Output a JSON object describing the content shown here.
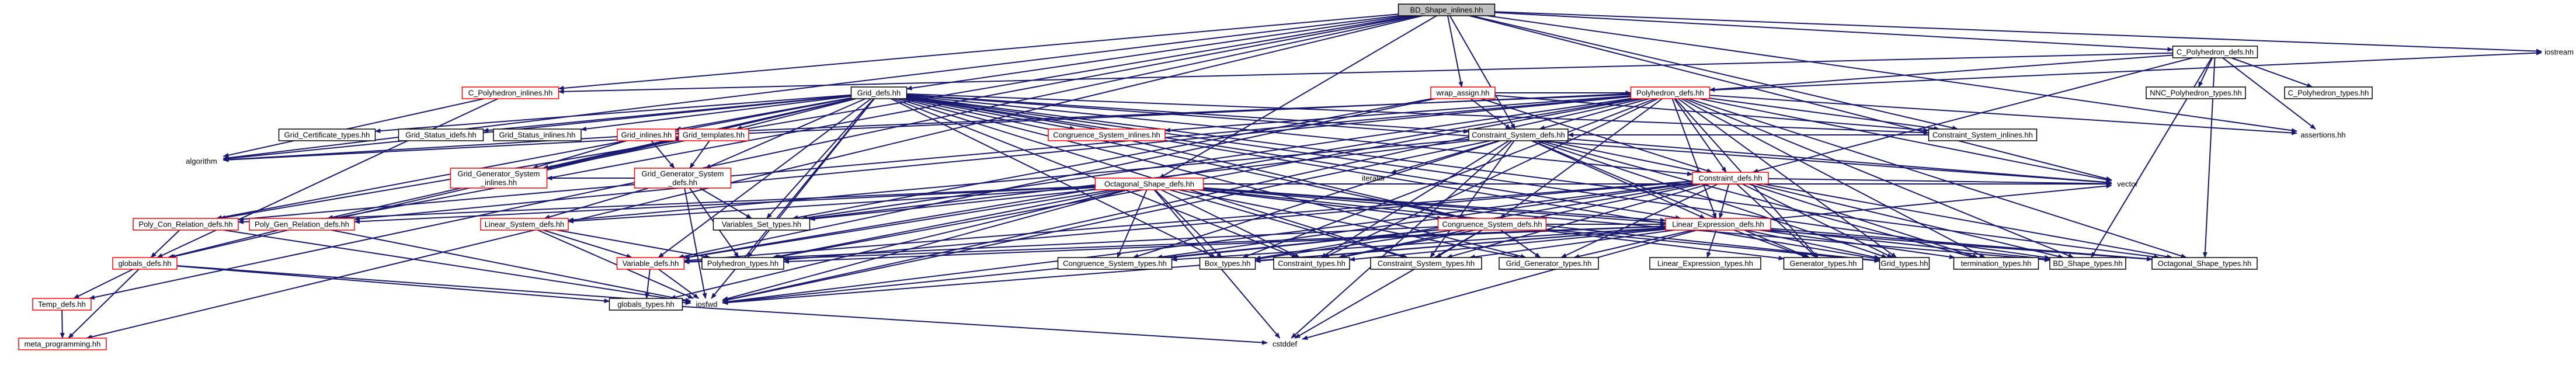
{
  "nodes": [
    {
      "id": "bd_shape_inlines",
      "label": "BD_Shape_inlines.hh",
      "kind": "root"
    },
    {
      "id": "c_polyhedron_defs",
      "label": "C_Polyhedron_defs.hh",
      "kind": "normal"
    },
    {
      "id": "iostream",
      "label": "iostream",
      "kind": "plain"
    },
    {
      "id": "c_polyhedron_inlines",
      "label": "C_Polyhedron_inlines.hh",
      "kind": "incomplete"
    },
    {
      "id": "grid_defs",
      "label": "Grid_defs.hh",
      "kind": "normal"
    },
    {
      "id": "wrap_assign",
      "label": "wrap_assign.hh",
      "kind": "incomplete"
    },
    {
      "id": "polyhedron_defs",
      "label": "Polyhedron_defs.hh",
      "kind": "incomplete"
    },
    {
      "id": "nnc_polyhedron_types",
      "label": "NNC_Polyhedron_types.hh",
      "kind": "normal"
    },
    {
      "id": "c_polyhedron_types",
      "label": "C_Polyhedron_types.hh",
      "kind": "normal"
    },
    {
      "id": "grid_certificate_types",
      "label": "Grid_Certificate_types.hh",
      "kind": "normal"
    },
    {
      "id": "grid_status_idefs",
      "label": "Grid_Status_idefs.hh",
      "kind": "normal"
    },
    {
      "id": "grid_status_inlines",
      "label": "Grid_Status_inlines.hh",
      "kind": "normal"
    },
    {
      "id": "grid_inlines",
      "label": "Grid_inlines.hh",
      "kind": "incomplete"
    },
    {
      "id": "grid_templates",
      "label": "Grid_templates.hh",
      "kind": "incomplete"
    },
    {
      "id": "congruence_system_inlines",
      "label": "Congruence_System_inlines.hh",
      "kind": "incomplete"
    },
    {
      "id": "constraint_system_defs",
      "label": "Constraint_System_defs.hh",
      "kind": "normal"
    },
    {
      "id": "constraint_system_inlines",
      "label": "Constraint_System_inlines.hh",
      "kind": "normal"
    },
    {
      "id": "assertions",
      "label": "assertions.hh",
      "kind": "plain"
    },
    {
      "id": "algorithm",
      "label": "algorithm",
      "kind": "plain"
    },
    {
      "id": "grid_generator_system_inlines",
      "label": "Grid_Generator_System\n_inlines.hh",
      "kind": "incomplete"
    },
    {
      "id": "grid_generator_system_defs",
      "label": "Grid_Generator_System\n_defs.hh",
      "kind": "incomplete"
    },
    {
      "id": "iterator",
      "label": "iterator",
      "kind": "plain"
    },
    {
      "id": "constraint_defs",
      "label": "Constraint_defs.hh",
      "kind": "incomplete"
    },
    {
      "id": "octagonal_shape_defs",
      "label": "Octagonal_Shape_defs.hh",
      "kind": "incomplete"
    },
    {
      "id": "vector",
      "label": "vector",
      "kind": "plain"
    },
    {
      "id": "poly_con_relation_defs",
      "label": "Poly_Con_Relation_defs.hh",
      "kind": "incomplete"
    },
    {
      "id": "poly_gen_relation_defs",
      "label": "Poly_Gen_Relation_defs.hh",
      "kind": "incomplete"
    },
    {
      "id": "linear_system_defs",
      "label": "Linear_System_defs.hh",
      "kind": "incomplete"
    },
    {
      "id": "variables_set_types",
      "label": "Variables_Set_types.hh",
      "kind": "normal"
    },
    {
      "id": "congruence_system_defs",
      "label": "Congruence_System_defs.hh",
      "kind": "incomplete"
    },
    {
      "id": "linear_expression_defs",
      "label": "Linear_Expression_defs.hh",
      "kind": "incomplete"
    },
    {
      "id": "globals_defs",
      "label": "globals_defs.hh",
      "kind": "incomplete"
    },
    {
      "id": "variable_defs",
      "label": "Variable_defs.hh",
      "kind": "incomplete"
    },
    {
      "id": "polyhedron_types",
      "label": "Polyhedron_types.hh",
      "kind": "normal"
    },
    {
      "id": "congruence_system_types",
      "label": "Congruence_System_types.hh",
      "kind": "normal"
    },
    {
      "id": "box_types",
      "label": "Box_types.hh",
      "kind": "normal"
    },
    {
      "id": "constraint_types",
      "label": "Constraint_types.hh",
      "kind": "normal"
    },
    {
      "id": "constraint_system_types",
      "label": "Constraint_System_types.hh",
      "kind": "normal"
    },
    {
      "id": "grid_generator_types",
      "label": "Grid_Generator_types.hh",
      "kind": "normal"
    },
    {
      "id": "linear_expression_types",
      "label": "Linear_Expression_types.hh",
      "kind": "normal"
    },
    {
      "id": "generator_types",
      "label": "Generator_types.hh",
      "kind": "normal"
    },
    {
      "id": "grid_types",
      "label": "Grid_types.hh",
      "kind": "normal"
    },
    {
      "id": "termination_types",
      "label": "termination_types.hh",
      "kind": "normal"
    },
    {
      "id": "bd_shape_types",
      "label": "BD_Shape_types.hh",
      "kind": "normal"
    },
    {
      "id": "octagonal_shape_types",
      "label": "Octagonal_Shape_types.hh",
      "kind": "normal"
    },
    {
      "id": "iosfwd",
      "label": "iosfwd",
      "kind": "plain"
    },
    {
      "id": "temp_defs",
      "label": "Temp_defs.hh",
      "kind": "incomplete"
    },
    {
      "id": "globals_types",
      "label": "globals_types.hh",
      "kind": "normal"
    },
    {
      "id": "meta_programming",
      "label": "meta_programming.hh",
      "kind": "incomplete"
    },
    {
      "id": "cstddef",
      "label": "cstddef",
      "kind": "plain"
    }
  ],
  "edges": [
    [
      "bd_shape_inlines",
      "c_polyhedron_defs"
    ],
    [
      "bd_shape_inlines",
      "iostream"
    ],
    [
      "bd_shape_inlines",
      "grid_defs"
    ],
    [
      "bd_shape_inlines",
      "wrap_assign"
    ],
    [
      "bd_shape_inlines",
      "c_polyhedron_inlines"
    ],
    [
      "bd_shape_inlines",
      "octagonal_shape_defs"
    ],
    [
      "bd_shape_inlines",
      "constraint_system_defs"
    ],
    [
      "bd_shape_inlines",
      "constraint_system_inlines"
    ],
    [
      "bd_shape_inlines",
      "poly_con_relation_defs"
    ],
    [
      "bd_shape_inlines",
      "poly_gen_relation_defs"
    ],
    [
      "bd_shape_inlines",
      "temp_defs"
    ],
    [
      "bd_shape_inlines",
      "meta_programming"
    ],
    [
      "bd_shape_inlines",
      "assertions"
    ],
    [
      "bd_shape_inlines",
      "vector"
    ],
    [
      "bd_shape_inlines",
      "algorithm"
    ],
    [
      "c_polyhedron_defs",
      "polyhedron_defs"
    ],
    [
      "c_polyhedron_defs",
      "nnc_polyhedron_types"
    ],
    [
      "c_polyhedron_defs",
      "c_polyhedron_types"
    ],
    [
      "c_polyhedron_defs",
      "c_polyhedron_inlines"
    ],
    [
      "c_polyhedron_defs",
      "constraint_defs"
    ],
    [
      "c_polyhedron_defs",
      "octagonal_shape_types"
    ],
    [
      "c_polyhedron_defs",
      "bd_shape_types"
    ],
    [
      "c_polyhedron_defs",
      "assertions"
    ],
    [
      "c_polyhedron_inlines",
      "algorithm"
    ],
    [
      "c_polyhedron_inlines",
      "globals_defs"
    ],
    [
      "grid_defs",
      "grid_certificate_types"
    ],
    [
      "grid_defs",
      "grid_status_idefs"
    ],
    [
      "grid_defs",
      "grid_status_inlines"
    ],
    [
      "grid_defs",
      "grid_inlines"
    ],
    [
      "grid_defs",
      "grid_templates"
    ],
    [
      "grid_defs",
      "congruence_system_inlines"
    ],
    [
      "grid_defs",
      "constraint_system_defs"
    ],
    [
      "grid_defs",
      "constraint_system_inlines"
    ],
    [
      "grid_defs",
      "algorithm"
    ],
    [
      "grid_defs",
      "grid_generator_system_inlines"
    ],
    [
      "grid_defs",
      "grid_generator_system_defs"
    ],
    [
      "grid_defs",
      "constraint_defs"
    ],
    [
      "grid_defs",
      "poly_con_relation_defs"
    ],
    [
      "grid_defs",
      "poly_gen_relation_defs"
    ],
    [
      "grid_defs",
      "variables_set_types"
    ],
    [
      "grid_defs",
      "congruence_system_defs"
    ],
    [
      "grid_defs",
      "linear_expression_defs"
    ],
    [
      "grid_defs",
      "globals_defs"
    ],
    [
      "grid_defs",
      "variable_defs"
    ],
    [
      "grid_defs",
      "polyhedron_types"
    ],
    [
      "grid_defs",
      "box_types"
    ],
    [
      "grid_defs",
      "constraint_types"
    ],
    [
      "grid_defs",
      "constraint_system_types"
    ],
    [
      "grid_defs",
      "grid_generator_types"
    ],
    [
      "grid_defs",
      "grid_types"
    ],
    [
      "grid_defs",
      "bd_shape_types"
    ],
    [
      "grid_defs",
      "octagonal_shape_types"
    ],
    [
      "grid_defs",
      "iosfwd"
    ],
    [
      "grid_defs",
      "vector"
    ],
    [
      "wrap_assign",
      "polyhedron_defs"
    ],
    [
      "wrap_assign",
      "constraint_system_defs"
    ],
    [
      "wrap_assign",
      "constraint_system_inlines"
    ],
    [
      "wrap_assign",
      "variables_set_types"
    ],
    [
      "wrap_assign",
      "variable_defs"
    ],
    [
      "wrap_assign",
      "constraint_defs"
    ],
    [
      "polyhedron_defs",
      "congruence_system_inlines"
    ],
    [
      "polyhedron_defs",
      "constraint_system_defs"
    ],
    [
      "polyhedron_defs",
      "constraint_system_inlines"
    ],
    [
      "polyhedron_defs",
      "grid_inlines"
    ],
    [
      "polyhedron_defs",
      "variables_set_types"
    ],
    [
      "polyhedron_defs",
      "poly_con_relation_defs"
    ],
    [
      "polyhedron_defs",
      "poly_gen_relation_defs"
    ],
    [
      "polyhedron_defs",
      "linear_expression_defs"
    ],
    [
      "polyhedron_defs",
      "congruence_system_defs"
    ],
    [
      "polyhedron_defs",
      "variable_defs"
    ],
    [
      "polyhedron_defs",
      "polyhedron_types"
    ],
    [
      "polyhedron_defs",
      "box_types"
    ],
    [
      "polyhedron_defs",
      "constraint_types"
    ],
    [
      "polyhedron_defs",
      "generator_types"
    ],
    [
      "polyhedron_defs",
      "grid_types"
    ],
    [
      "polyhedron_defs",
      "termination_types"
    ],
    [
      "polyhedron_defs",
      "bd_shape_types"
    ],
    [
      "polyhedron_defs",
      "octagonal_shape_types"
    ],
    [
      "polyhedron_defs",
      "iosfwd"
    ],
    [
      "polyhedron_defs",
      "vector"
    ],
    [
      "polyhedron_defs",
      "assertions"
    ],
    [
      "polyhedron_defs",
      "constraint_defs"
    ],
    [
      "grid_inlines",
      "algorithm"
    ],
    [
      "grid_inlines",
      "grid_generator_system_inlines"
    ],
    [
      "grid_inlines",
      "grid_generator_system_defs"
    ],
    [
      "grid_templates",
      "algorithm"
    ],
    [
      "grid_templates",
      "grid_generator_system_defs"
    ],
    [
      "grid_templates",
      "grid_generator_system_inlines"
    ],
    [
      "grid_templates",
      "iostream"
    ],
    [
      "congruence_system_inlines",
      "congruence_system_defs"
    ],
    [
      "constraint_system_defs",
      "constraint_defs"
    ],
    [
      "constraint_system_defs",
      "iterator"
    ],
    [
      "constraint_system_defs",
      "linear_system_defs"
    ],
    [
      "constraint_system_defs",
      "congruence_system_types"
    ],
    [
      "constraint_system_defs",
      "constraint_types"
    ],
    [
      "constraint_system_defs",
      "constraint_system_types"
    ],
    [
      "constraint_system_defs",
      "generator_types"
    ],
    [
      "constraint_system_defs",
      "grid_types"
    ],
    [
      "constraint_system_defs",
      "termination_types"
    ],
    [
      "constraint_system_defs",
      "iosfwd"
    ],
    [
      "constraint_system_defs",
      "cstddef"
    ],
    [
      "constraint_system_defs",
      "vector"
    ],
    [
      "constraint_system_defs",
      "variables_set_types"
    ],
    [
      "constraint_system_defs",
      "linear_expression_defs"
    ],
    [
      "constraint_system_inlines",
      "constraint_system_defs"
    ],
    [
      "grid_generator_system_defs",
      "grid_generator_system_inlines"
    ],
    [
      "grid_generator_system_defs",
      "linear_system_defs"
    ],
    [
      "grid_generator_system_defs",
      "variables_set_types"
    ],
    [
      "grid_generator_system_defs",
      "polyhedron_types"
    ],
    [
      "grid_generator_system_defs",
      "iosfwd"
    ],
    [
      "constraint_defs",
      "vector"
    ],
    [
      "constraint_defs",
      "linear_expression_defs"
    ],
    [
      "constraint_defs",
      "congruence_system_types"
    ],
    [
      "constraint_defs",
      "box_types"
    ],
    [
      "constraint_defs",
      "constraint_types"
    ],
    [
      "constraint_defs",
      "constraint_system_types"
    ],
    [
      "constraint_defs",
      "grid_generator_types"
    ],
    [
      "constraint_defs",
      "generator_types"
    ],
    [
      "constraint_defs",
      "grid_types"
    ],
    [
      "constraint_defs",
      "termination_types"
    ],
    [
      "constraint_defs",
      "bd_shape_types"
    ],
    [
      "constraint_defs",
      "octagonal_shape_types"
    ],
    [
      "constraint_defs",
      "iosfwd"
    ],
    [
      "constraint_defs",
      "variable_defs"
    ],
    [
      "constraint_defs",
      "polyhedron_types"
    ],
    [
      "octagonal_shape_defs",
      "poly_con_relation_defs"
    ],
    [
      "octagonal_shape_defs",
      "poly_gen_relation_defs"
    ],
    [
      "octagonal_shape_defs",
      "linear_system_defs"
    ],
    [
      "octagonal_shape_defs",
      "variables_set_types"
    ],
    [
      "octagonal_shape_defs",
      "congruence_system_defs"
    ],
    [
      "octagonal_shape_defs",
      "linear_expression_defs"
    ],
    [
      "octagonal_shape_defs",
      "variable_defs"
    ],
    [
      "octagonal_shape_defs",
      "polyhedron_types"
    ],
    [
      "octagonal_shape_defs",
      "congruence_system_types"
    ],
    [
      "octagonal_shape_defs",
      "box_types"
    ],
    [
      "octagonal_shape_defs",
      "constraint_types"
    ],
    [
      "octagonal_shape_defs",
      "constraint_system_types"
    ],
    [
      "octagonal_shape_defs",
      "grid_generator_types"
    ],
    [
      "octagonal_shape_defs",
      "generator_types"
    ],
    [
      "octagonal_shape_defs",
      "grid_types"
    ],
    [
      "octagonal_shape_defs",
      "bd_shape_types"
    ],
    [
      "octagonal_shape_defs",
      "octagonal_shape_types"
    ],
    [
      "octagonal_shape_defs",
      "iosfwd"
    ],
    [
      "octagonal_shape_defs",
      "vector"
    ],
    [
      "octagonal_shape_defs",
      "globals_types"
    ],
    [
      "octagonal_shape_defs",
      "cstddef"
    ],
    [
      "poly_con_relation_defs",
      "globals_defs"
    ],
    [
      "poly_con_relation_defs",
      "iosfwd"
    ],
    [
      "poly_gen_relation_defs",
      "globals_defs"
    ],
    [
      "poly_gen_relation_defs",
      "iosfwd"
    ],
    [
      "linear_system_defs",
      "variable_defs"
    ],
    [
      "linear_system_defs",
      "polyhedron_types"
    ],
    [
      "linear_system_defs",
      "iosfwd"
    ],
    [
      "congruence_system_defs",
      "variable_defs"
    ],
    [
      "congruence_system_defs",
      "congruence_system_types"
    ],
    [
      "congruence_system_defs",
      "box_types"
    ],
    [
      "congruence_system_defs",
      "constraint_types"
    ],
    [
      "congruence_system_defs",
      "constraint_system_types"
    ],
    [
      "congruence_system_defs",
      "grid_generator_types"
    ],
    [
      "congruence_system_defs",
      "grid_types"
    ],
    [
      "congruence_system_defs",
      "iosfwd"
    ],
    [
      "congruence_system_defs",
      "cstddef"
    ],
    [
      "congruence_system_defs",
      "linear_expression_defs"
    ],
    [
      "linear_expression_defs",
      "variable_defs"
    ],
    [
      "linear_expression_defs",
      "linear_expression_types"
    ],
    [
      "linear_expression_defs",
      "constraint_types"
    ],
    [
      "linear_expression_defs",
      "generator_types"
    ],
    [
      "linear_expression_defs",
      "grid_generator_types"
    ],
    [
      "linear_expression_defs",
      "grid_types"
    ],
    [
      "linear_expression_defs",
      "termination_types"
    ],
    [
      "linear_expression_defs",
      "bd_shape_types"
    ],
    [
      "linear_expression_defs",
      "octagonal_shape_types"
    ],
    [
      "linear_expression_defs",
      "box_types"
    ],
    [
      "linear_expression_defs",
      "constraint_system_types"
    ],
    [
      "linear_expression_defs",
      "congruence_system_types"
    ],
    [
      "linear_expression_defs",
      "polyhedron_types"
    ],
    [
      "linear_expression_defs",
      "iosfwd"
    ],
    [
      "linear_expression_defs",
      "cstddef"
    ],
    [
      "linear_expression_defs",
      "vector"
    ],
    [
      "globals_defs",
      "temp_defs"
    ],
    [
      "globals_defs",
      "meta_programming"
    ],
    [
      "globals_defs",
      "globals_types"
    ],
    [
      "globals_defs",
      "iosfwd"
    ],
    [
      "variable_defs",
      "globals_types"
    ],
    [
      "variable_defs",
      "iosfwd"
    ],
    [
      "globals_types",
      "cstddef"
    ],
    [
      "temp_defs",
      "meta_programming"
    ]
  ]
}
